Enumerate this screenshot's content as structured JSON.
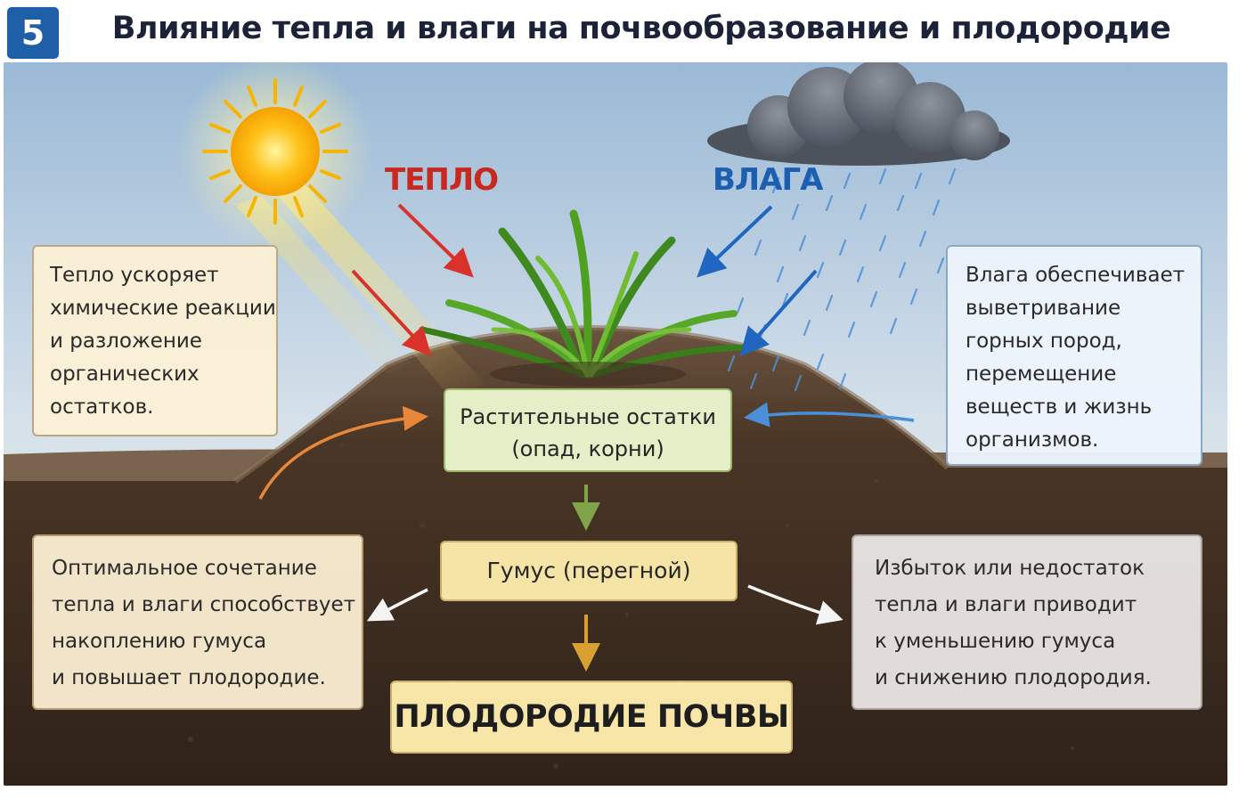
{
  "header": {
    "badge": "5",
    "title": "Влияние тепла и влаги на почвообразование и плодородие"
  },
  "labels": {
    "heat": "ТЕПЛО",
    "moisture": "ВЛАГА"
  },
  "boxes": {
    "heat_info": {
      "lines": [
        "Тепло ускоряет",
        "химические реакции",
        "и разложение",
        "органических",
        "остатков."
      ]
    },
    "moisture_info": {
      "lines": [
        "Влага обеспечивает",
        "выветривание",
        "горных пород,",
        "перемещение",
        "веществ и жизнь",
        "организмов."
      ]
    },
    "plant_residues": {
      "lines": [
        "Растительные остатки",
        "(опад, корни)"
      ]
    },
    "humus": {
      "text": "Гумус (перегной)"
    },
    "optimal": {
      "lines": [
        "Оптимальное сочетание",
        "тепла и влаги способствует",
        "накоплению гумуса",
        "и повышает плодородие."
      ]
    },
    "imbalance": {
      "lines": [
        "Избыток или недостаток",
        "тепла и влаги приводит",
        "к уменьшению гумуса",
        "и снижению плодородия."
      ]
    },
    "fertility": {
      "text": "ПЛОДОРОДИЕ ПОЧВЫ"
    }
  },
  "colors": {
    "heat": "#c8281e",
    "moisture": "#1c5eb0",
    "badge": "#1f5fa8",
    "plant_box": "#e4efc8",
    "humus_box": "#f5e4a6"
  }
}
